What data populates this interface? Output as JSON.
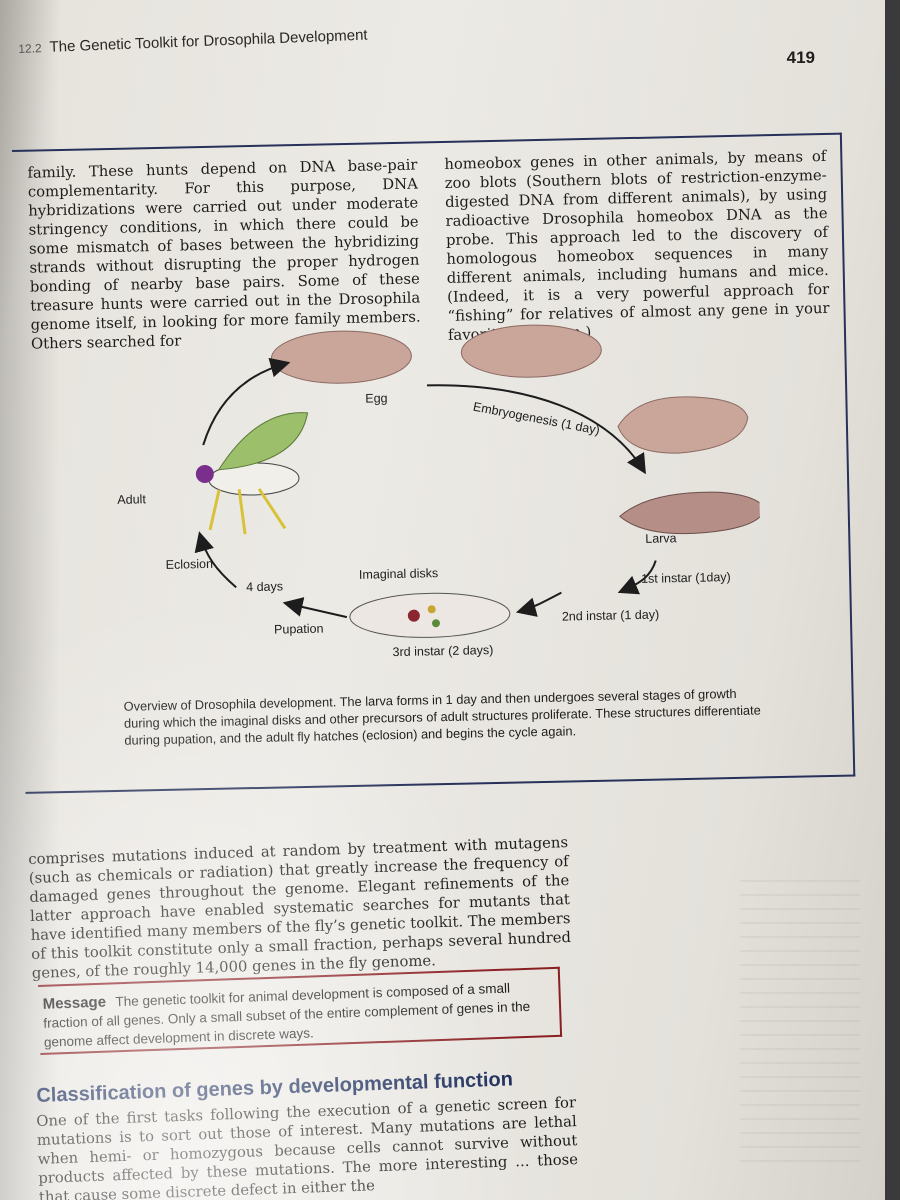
{
  "header": {
    "section_number": "12.2",
    "title": "The Genetic Toolkit for Drosophila Development",
    "page_number": "419"
  },
  "box": {
    "left_column": "family. These hunts depend on DNA base-pair complementarity. For this purpose, DNA hybridizations were carried out under moderate stringency conditions, in which there could be some mismatch of bases between the hybridizing strands without disrupting the proper hydrogen bonding of nearby base pairs. Some of these treasure hunts were carried out in the Drosophila genome itself, in looking for more family members. Others searched for",
    "right_column": "homeobox genes in other animals, by means of zoo blots (Southern blots of restriction-enzyme-digested DNA from different animals), by using radioactive Drosophila homeobox DNA as the probe. This approach led to the discovery of homologous homeobox sequences in many different animals, including humans and mice. (Indeed, it is a very powerful approach for “fishing” for relatives of almost any gene in your favorite organism.)"
  },
  "diagram": {
    "labels": {
      "egg": "Egg",
      "embryogenesis": "Embryogenesis (1 day)",
      "larva": "Larva",
      "first_instar": "1st instar (1day)",
      "second_instar": "2nd instar (1 day)",
      "third_instar": "3rd instar (2 days)",
      "imaginal_disks": "Imaginal disks",
      "pupation": "Pupation",
      "four_days": "4 days",
      "eclosion": "Eclosion",
      "adult": "Adult"
    },
    "colors": {
      "egg_fill": "#c9a59a",
      "wing": "#9bbf6a",
      "eye": "#7a2f8c",
      "leg": "#d8c23a"
    }
  },
  "caption": "Overview of Drosophila development. The larva forms in 1 day and then undergoes several stages of growth during which the imaginal disks and other precursors of adult structures proliferate. These structures differentiate during pupation, and the adult fly hatches (eclosion) and begins the cycle again.",
  "lower_paragraph": "comprises mutations induced at random by treatment with mutagens (such as chemicals or radiation) that greatly increase the frequency of damaged genes throughout the genome. Elegant refinements of the latter approach have enabled systematic searches for mutants that have identified many members of the fly’s genetic toolkit. The members of this toolkit constitute only a small fraction, perhaps several hundred genes, of the roughly 14,000 genes in the fly genome.",
  "message": {
    "label": "Message",
    "text": "The genetic toolkit for animal development is composed of a small fraction of all genes. Only a small subset of the entire complement of genes in the genome affect development in discrete ways."
  },
  "section": {
    "heading": "Classification of genes by developmental function",
    "text": "One of the first tasks following the execution of a genetic screen for mutations is to sort out those of interest. Many mutations are lethal when hemi- or homozygous because cells cannot survive without products affected by these mutations. The more interesting ... those that cause some discrete defect in either the"
  }
}
